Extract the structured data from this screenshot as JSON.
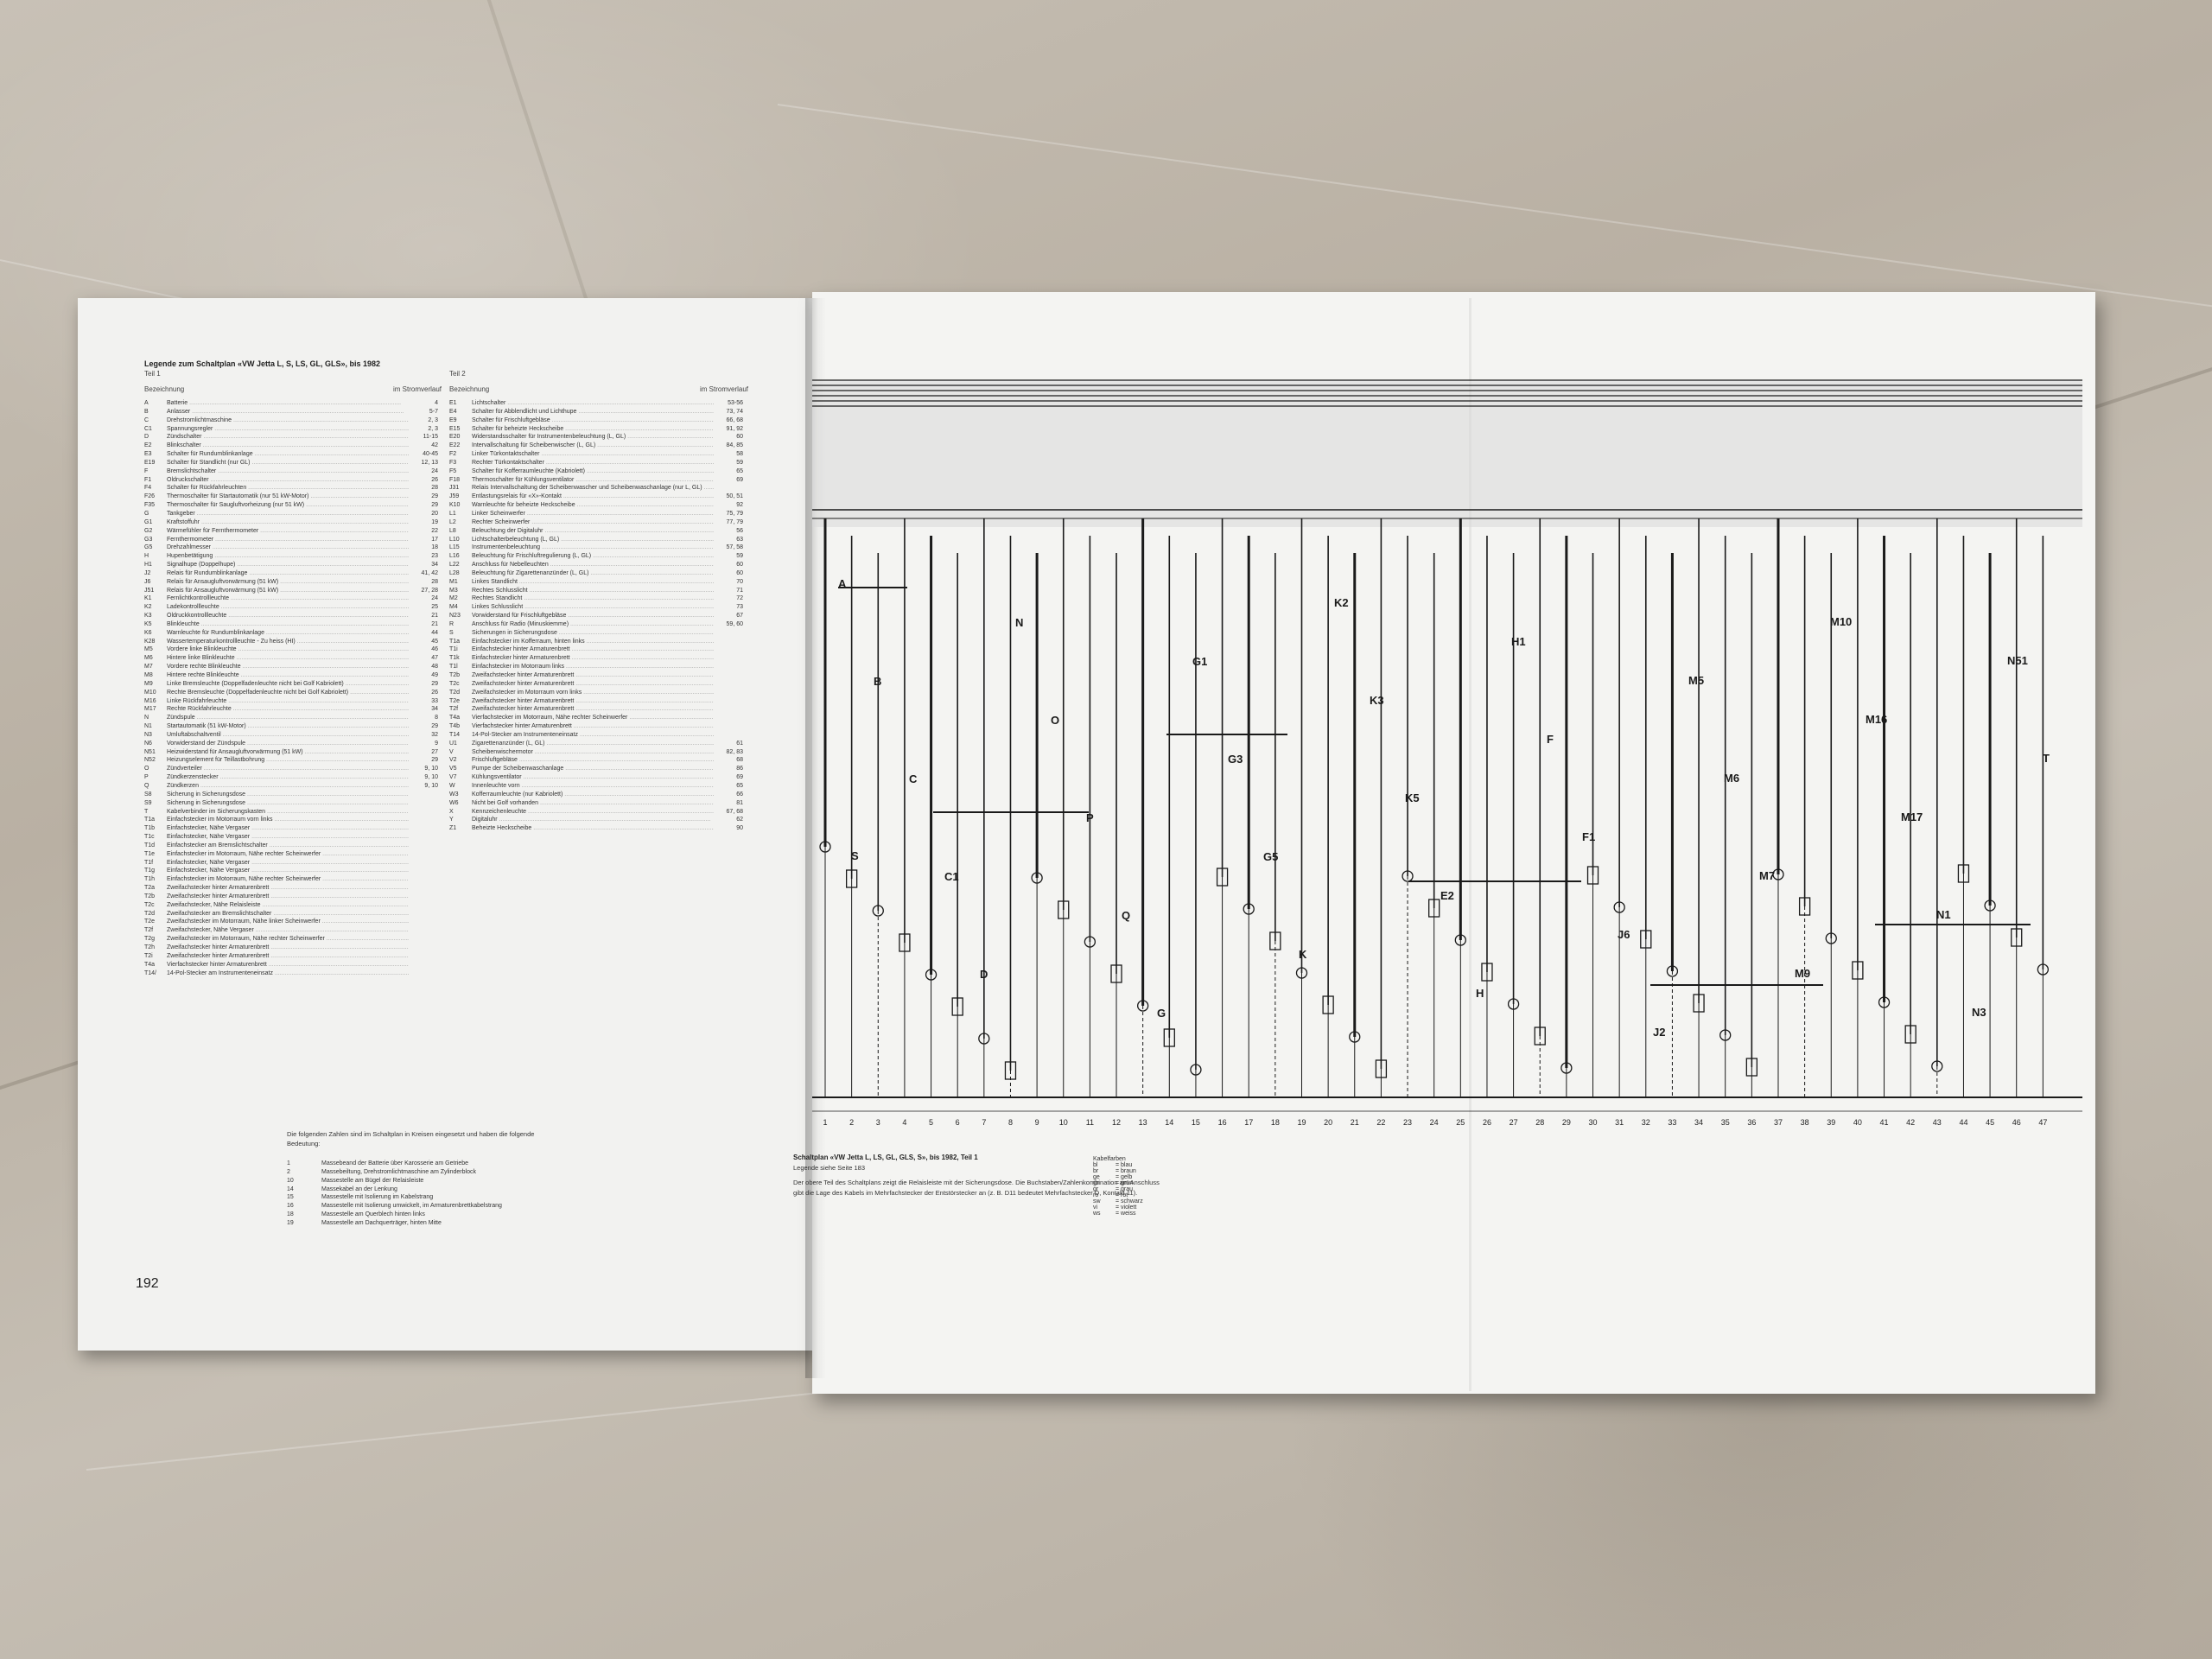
{
  "legend": {
    "title": "Legende zum Schaltplan «VW Jetta L, S, LS, GL, GLS», bis 1982",
    "part1": "Teil 1",
    "part2": "Teil 2",
    "head_name": "Bezeichnung",
    "head_flow": "im Stromverlauf",
    "left_rows": [
      [
        "A",
        "Batterie",
        "4"
      ],
      [
        "B",
        "Anlasser",
        "5-7"
      ],
      [
        "C",
        "Drehstromlichtmaschine",
        "2, 3"
      ],
      [
        "C1",
        "Spannungsregler",
        "2, 3"
      ],
      [
        "D",
        "Zündschalter",
        "11-15"
      ],
      [
        "E2",
        "Blinkschalter",
        "42"
      ],
      [
        "E3",
        "Schalter für Rundumblinkanlage",
        "40-45"
      ],
      [
        "E19",
        "Schalter für Standlicht (nur GL)",
        "12, 13"
      ],
      [
        "F",
        "Bremslichtschalter",
        "24"
      ],
      [
        "F1",
        "Öldruckschalter",
        "26"
      ],
      [
        "F4",
        "Schalter für Rückfahrleuchten",
        "28"
      ],
      [
        "F26",
        "Thermoschalter für Startautomatik (nur 51 kW-Motor)",
        "29"
      ],
      [
        "F35",
        "Thermoschalter für Saugluftvorheizung (nur 51 kW)",
        "29"
      ],
      [
        "G",
        "Tankgeber",
        "20"
      ],
      [
        "G1",
        "Kraftstoffuhr",
        "19"
      ],
      [
        "G2",
        "Wärmefühler für Fernthermometer",
        "22"
      ],
      [
        "G3",
        "Fernthermometer",
        "17"
      ],
      [
        "G5",
        "Drehzahlmesser",
        "18"
      ],
      [
        "H",
        "Hupenbetätigung",
        "23"
      ],
      [
        "H1",
        "Signalhupe (Doppelhupe)",
        "34"
      ],
      [
        "J2",
        "Relais für Rundumblinkanlage",
        "41, 42"
      ],
      [
        "J6",
        "Relais für Ansaugluftvorwärmung (51 kW)",
        "28"
      ],
      [
        "J51",
        "Relais für Ansaugluftvorwärmung (51 kW)",
        "27, 28"
      ],
      [
        "K1",
        "Fernlichtkontrollleuchte",
        "24"
      ],
      [
        "K2",
        "Ladekontrollleuchte",
        "25"
      ],
      [
        "K3",
        "Öldruckkontrollleuchte",
        "21"
      ],
      [
        "K5",
        "Blinkleuchte",
        "21"
      ],
      [
        "K6",
        "Warnleuchte für Rundumblinkanlage",
        "44"
      ],
      [
        "K28",
        "Wassertemperaturkontrollleuchte - Zu heiss (HI)",
        "45"
      ],
      [
        "M5",
        "Vordere linke Blinkleuchte",
        "46"
      ],
      [
        "M6",
        "Hintere linke Blinkleuchte",
        "47"
      ],
      [
        "M7",
        "Vordere rechte Blinkleuchte",
        "48"
      ],
      [
        "M8",
        "Hintere rechte Blinkleuchte",
        "49"
      ],
      [
        "M9",
        "Linke Bremsleuchte (Doppelfadenleuchte nicht bei Golf Kabriolett)",
        "29"
      ],
      [
        "M10",
        "Rechte Bremsleuchte (Doppelfadenleuchte nicht bei Golf Kabriolett)",
        "26"
      ],
      [
        "M16",
        "Linke Rückfahrleuchte",
        "33"
      ],
      [
        "M17",
        "Rechte Rückfahrleuchte",
        "34"
      ],
      [
        "N",
        "Zündspule",
        "8"
      ],
      [
        "N1",
        "Startautomatik (51 kW-Motor)",
        "29"
      ],
      [
        "N3",
        "Umluftabschaltventil",
        "32"
      ],
      [
        "N6",
        "Vorwiderstand der Zündspule",
        "9"
      ],
      [
        "N51",
        "Heizwiderstand für Ansaugluftvorwärmung (51 kW)",
        "27"
      ],
      [
        "N52",
        "Heizungselement für Teillastbohrung",
        "29"
      ],
      [
        "O",
        "Zündverteiler",
        "9, 10"
      ],
      [
        "P",
        "Zündkerzenstecker",
        "9, 10"
      ],
      [
        "Q",
        "Zündkerzen",
        "9, 10"
      ],
      [
        "S8",
        "Sicherung in Sicherungsdose",
        ""
      ],
      [
        "S9",
        "Sicherung in Sicherungsdose",
        ""
      ],
      [
        "T",
        "Kabelverbinder im Sicherungskasten",
        ""
      ],
      [
        "T1a",
        "Einfachstecker im Motorraum vorn links",
        ""
      ],
      [
        "T1b",
        "Einfachstecker, Nähe Vergaser",
        ""
      ],
      [
        "T1c",
        "Einfachstecker, Nähe Vergaser",
        ""
      ],
      [
        "T1d",
        "Einfachstecker am Bremslichtschalter",
        ""
      ],
      [
        "T1e",
        "Einfachstecker im Motorraum, Nähe rechter Scheinwerfer",
        ""
      ],
      [
        "T1f",
        "Einfachstecker, Nähe Vergaser",
        ""
      ],
      [
        "T1g",
        "Einfachstecker, Nähe Vergaser",
        ""
      ],
      [
        "T1h",
        "Einfachstecker im Motorraum, Nähe rechter Scheinwerfer",
        ""
      ],
      [
        "T2a",
        "Zweifachstecker hinter Armaturenbrett",
        ""
      ],
      [
        "T2b",
        "Zweifachstecker hinter Armaturenbrett",
        ""
      ],
      [
        "T2c",
        "Zweifachstecker, Nähe Relaisleiste",
        ""
      ],
      [
        "T2d",
        "Zweifachstecker am Bremslichtschalter",
        ""
      ],
      [
        "T2e",
        "Zweifachstecker im Motorraum, Nähe linker Scheinwerfer",
        ""
      ],
      [
        "T2f",
        "Zweifachstecker, Nähe Vergaser",
        ""
      ],
      [
        "T2g",
        "Zweifachstecker im Motorraum, Nähe rechter Scheinwerfer",
        ""
      ],
      [
        "T2h",
        "Zweifachstecker hinter Armaturenbrett",
        ""
      ],
      [
        "T2i",
        "Zweifachstecker hinter Armaturenbrett",
        ""
      ],
      [
        "T4a",
        "Vierfachstecker hinter Armaturenbrett",
        ""
      ],
      [
        "T14/",
        "14-Pol-Stecker am Instrumenteneinsatz",
        ""
      ]
    ],
    "right_rows": [
      [
        "E1",
        "Lichtschalter",
        "53-56"
      ],
      [
        "E4",
        "Schalter für Abblendlicht und Lichthupe",
        "73, 74"
      ],
      [
        "E9",
        "Schalter für Frischluftgebläse",
        "66, 68"
      ],
      [
        "E15",
        "Schalter für beheizte Heckscheibe",
        "91, 92"
      ],
      [
        "E20",
        "Widerstandsschalter für Instrumentenbeleuchtung (L, GL)",
        "60"
      ],
      [
        "E22",
        "Intervallschaltung für Scheibenwischer (L, GL)",
        "84, 85"
      ],
      [
        "F2",
        "Linker Türkontaktschalter",
        "58"
      ],
      [
        "F3",
        "Rechter Türkontaktschalter",
        "59"
      ],
      [
        "F5",
        "Schalter für Kofferraumleuchte (Kabriolett)",
        "65"
      ],
      [
        "F18",
        "Thermoschalter für Kühlungsventilator",
        "69"
      ],
      [
        "J31",
        "Relais Intervallschaltung der Scheibenwascher und Scheibenwaschanlage (nur L, GL)",
        ""
      ],
      [
        "J59",
        "Entlastungsrelais für «X»-Kontakt",
        "50, 51"
      ],
      [
        "K10",
        "Warnleuchte für beheizte Heckscheibe",
        "92"
      ],
      [
        "L1",
        "Linker Scheinwerfer",
        "75, 79"
      ],
      [
        "L2",
        "Rechter Scheinwerfer",
        "77, 79"
      ],
      [
        "L8",
        "Beleuchtung der Digitaluhr",
        "56"
      ],
      [
        "L10",
        "Lichtschalterbeleuchtung (L, GL)",
        "63"
      ],
      [
        "L15",
        "Instrumentenbeleuchtung",
        "57, 58"
      ],
      [
        "L16",
        "Beleuchtung für Frischluftregulierung (L, GL)",
        "59"
      ],
      [
        "L22",
        "Anschluss für Nebelleuchten",
        "60"
      ],
      [
        "L28",
        "Beleuchtung für Zigarettenanzünder (L, GL)",
        "60"
      ],
      [
        "M1",
        "Linkes Standlicht",
        "70"
      ],
      [
        "M3",
        "Rechtes Schlusslicht",
        "71"
      ],
      [
        "M2",
        "Rechtes Standlicht",
        "72"
      ],
      [
        "M4",
        "Linkes Schlusslicht",
        "73"
      ],
      [
        "N23",
        "Vorwiderstand für Frischluftgebläse",
        "67"
      ],
      [
        "R",
        "Anschluss für Radio (Minuskiemme)",
        "59, 60"
      ],
      [
        "S",
        "Sicherungen in Sicherungsdose",
        ""
      ],
      [
        "T1a",
        "Einfachstecker im Kofferraum, hinten links",
        ""
      ],
      [
        "T1i",
        "Einfachstecker hinter Armaturenbrett",
        ""
      ],
      [
        "T1k",
        "Einfachstecker hinter Armaturenbrett",
        ""
      ],
      [
        "T1l",
        "Einfachstecker im Motorraum links",
        ""
      ],
      [
        "T2b",
        "Zweifachstecker hinter Armaturenbrett",
        ""
      ],
      [
        "T2c",
        "Zweifachstecker hinter Armaturenbrett",
        ""
      ],
      [
        "T2d",
        "Zweifachstecker im Motorraum vorn links",
        ""
      ],
      [
        "T2e",
        "Zweifachstecker hinter Armaturenbrett",
        ""
      ],
      [
        "T2f",
        "Zweifachstecker hinter Armaturenbrett",
        ""
      ],
      [
        "T4a",
        "Vierfachstecker im Motorraum, Nähe rechter Scheinwerfer",
        ""
      ],
      [
        "T4b",
        "Vierfachstecker hinter Armaturenbrett",
        ""
      ],
      [
        "T14",
        "14-Pol-Stecker am Instrumenteneinsatz",
        ""
      ],
      [
        "U1",
        "Zigarettenanzünder (L, GL)",
        "61"
      ],
      [
        "V",
        "Scheibenwischermotor",
        "82, 83"
      ],
      [
        "V2",
        "Frischluftgebläse",
        "68"
      ],
      [
        "V5",
        "Pumpe der Scheibenwaschanlage",
        "86"
      ],
      [
        "V7",
        "Kühlungsventilator",
        "69"
      ],
      [
        "W",
        "Innenleuchte vorn",
        "65"
      ],
      [
        "W3",
        "Kofferraumleuchte (nur Kabriolett)",
        "66"
      ],
      [
        "W6",
        "Nicht bei Golf vorhanden",
        "81"
      ],
      [
        "X",
        "Kennzeichenleuchte",
        "67, 68"
      ],
      [
        "Y",
        "Digitaluhr",
        "62"
      ],
      [
        "Z1",
        "Beheizte Heckscheibe",
        "90"
      ]
    ],
    "note": "Die folgenden Zahlen sind im Schaltplan in Kreisen eingesetzt und haben die folgende Bedeutung:",
    "ground_rows": [
      [
        "1",
        "Massebeand der Batterie über Karosserie am Getriebe"
      ],
      [
        "2",
        "Massebeiltung, Drehstromlichtmaschine am Zylinderblock"
      ],
      [
        "10",
        "Massestelle am Bügel der Relaisleiste"
      ],
      [
        "14",
        "Massekabel an der Lenkung"
      ],
      [
        "15",
        "Massestelle mit Isolierung im Kabelstrang"
      ],
      [
        "16",
        "Massestelle mit Isolierung umwickelt, im Armaturenbrettkabelstrang"
      ],
      [
        "18",
        "Massestelle am Querblech hinten links"
      ],
      [
        "19",
        "Massestelle am Dachquerträger, hinten Mitte"
      ]
    ],
    "page_number": "192"
  },
  "diagram": {
    "caption_title": "Schaltplan «VW Jetta L, LS, GL, GLS, S», bis 1982, Teil 1",
    "caption_sub": "Legende siehe Seite 183",
    "caption_body": "Der obere Teil des Schaltplans zeigt die Relaisleiste mit der Sicherungsdose. Die Buchstaben/Zahlenkombination am Anschluss gibt die Lage des Kabels im Mehrfachstecker der Entstörstecker an (z. B. D11 bedeutet Mehrfachstecker D, Kontakt 11).",
    "colors_title": "Kabelfarben",
    "colors": [
      [
        "bl",
        "blau"
      ],
      [
        "br",
        "braun"
      ],
      [
        "ge",
        "gelb"
      ],
      [
        "gn",
        "grün"
      ],
      [
        "gr",
        "grau"
      ],
      [
        "ro",
        "rot"
      ],
      [
        "sw",
        "schwarz"
      ],
      [
        "vi",
        "violett"
      ],
      [
        "ws",
        "weiss"
      ]
    ],
    "numbers": [
      "1",
      "2",
      "3",
      "4",
      "5",
      "6",
      "7",
      "8",
      "9",
      "10",
      "11",
      "12",
      "13",
      "14",
      "15",
      "16",
      "17",
      "18",
      "19",
      "20",
      "21",
      "22",
      "23",
      "24",
      "25",
      "26",
      "27",
      "28",
      "29",
      "30",
      "31",
      "32",
      "33",
      "34",
      "35",
      "36",
      "37",
      "38",
      "39",
      "40",
      "41",
      "42",
      "43",
      "44",
      "45",
      "46",
      "47"
    ],
    "component_labels": [
      "A",
      "B",
      "C",
      "C1",
      "D",
      "N",
      "O",
      "P",
      "Q",
      "G",
      "G1",
      "G3",
      "G5",
      "K",
      "K2",
      "K3",
      "K5",
      "E2",
      "H",
      "H1",
      "F",
      "F1",
      "J6",
      "J2",
      "M5",
      "M6",
      "M7",
      "M9",
      "M10",
      "M16",
      "M17",
      "N1",
      "N3",
      "N51",
      "T",
      "S"
    ],
    "colors_accent": {
      "paper": "#f4f4f2",
      "ink": "#1a1a1a",
      "relay_band": "#d9d9d9"
    }
  }
}
